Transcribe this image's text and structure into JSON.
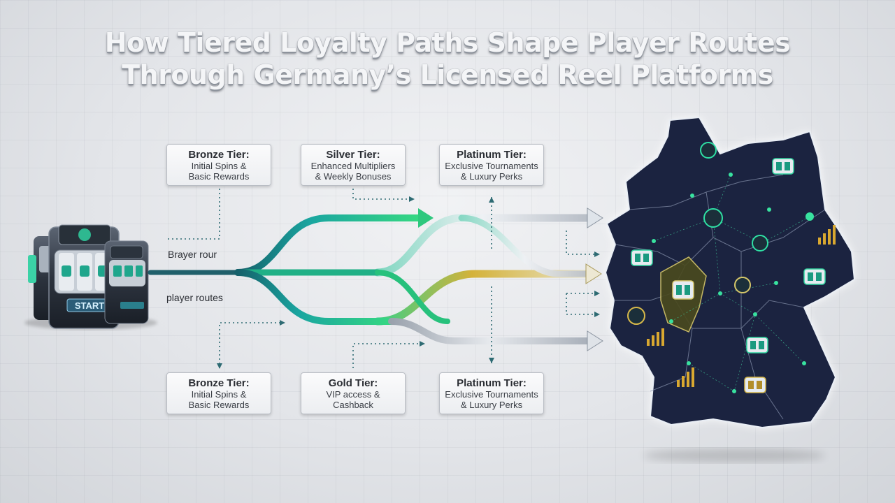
{
  "title": {
    "line1": "How Tiered Loyalty Paths Shape Player Routes",
    "line2": "Through Germany’s Licensed Reel Platforms"
  },
  "machine": {
    "start_label": "START"
  },
  "route_labels": {
    "upper": "Brayer rour",
    "lower": "player routes"
  },
  "tiers_top": [
    {
      "name": "Bronze Tier:",
      "line1": "Initial Spins &",
      "line2": "Basic Rewards"
    },
    {
      "name": "Silver Tier:",
      "line1": "Enhanced Multipliers",
      "line2": "& Weekly Bonuses"
    },
    {
      "name": "Platinum Tier:",
      "line1": "Exclusive Tournaments",
      "line2": "& Luxury Perks"
    }
  ],
  "tiers_bottom": [
    {
      "name": "Bronze Tier:",
      "line1": "Initial Spins &",
      "line2": "Basic Rewards"
    },
    {
      "name": "Gold Tier:",
      "line1": "VIP access &",
      "line2": "Cashback"
    },
    {
      "name": "Platinum Tier:",
      "line1": "Exclusive Tournaments",
      "line2": "& Luxury Perks"
    }
  ],
  "colors": {
    "teal": "#1aa6a0",
    "green": "#2fd07a",
    "silver": "#c9ced6",
    "gold": "#c9a530",
    "map_fill": "#1b2340",
    "map_glow": "#ffffff",
    "accent": "#30e39a"
  },
  "icons": [
    "slot-machine-icon",
    "reel-icon",
    "bar-chart-icon",
    "coin-icon"
  ]
}
